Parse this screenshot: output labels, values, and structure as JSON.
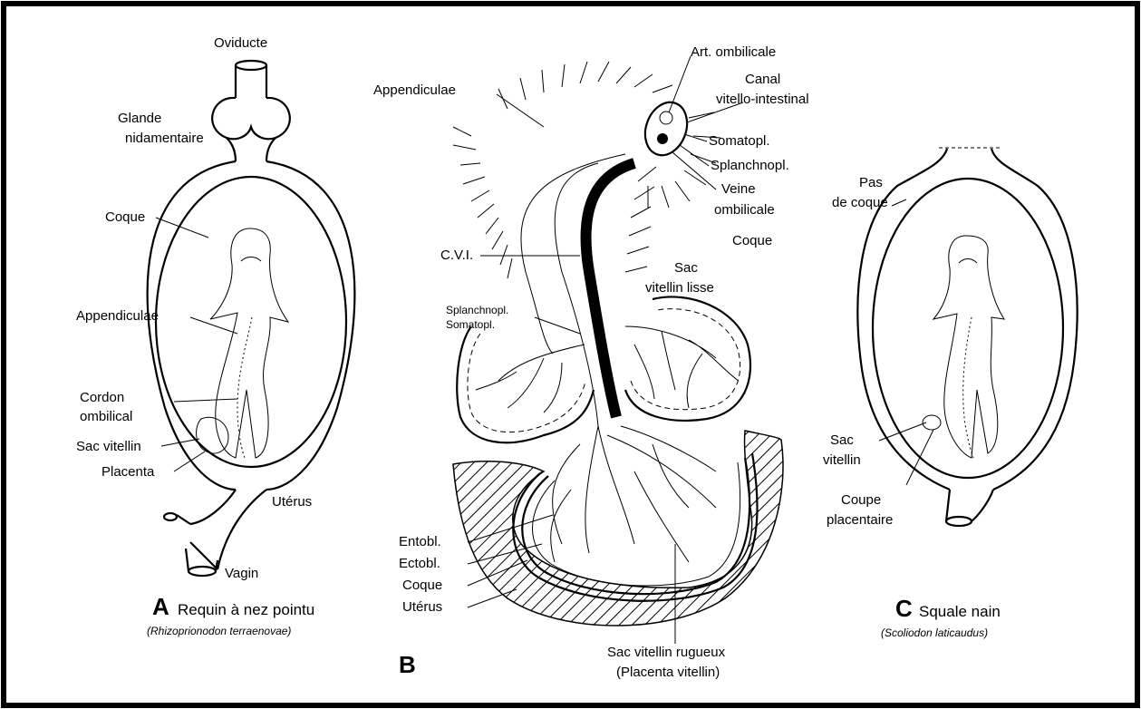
{
  "panel_a": {
    "labels": {
      "oviducte": "Oviducte",
      "glande": "Glande",
      "nidamentaire": "nidamentaire",
      "coque": "Coque",
      "appendiculae": "Appendiculae",
      "cordon": "Cordon",
      "ombilical": "ombilical",
      "sac_vitellin": "Sac vitellin",
      "placenta": "Placenta",
      "uterus": "Utérus",
      "vagin": "Vagin"
    },
    "letter": "A",
    "caption": "Requin à nez pointu",
    "species": "(Rhizoprionodon terraenovae)"
  },
  "panel_b": {
    "labels": {
      "appendiculae": "Appendiculae",
      "art_ombilicale": "Art. ombilicale",
      "canal": "Canal",
      "vitello_intestinal": "vitello-intestinal",
      "somatopl": "Somatopl.",
      "splanchnopl": "Splanchnopl.",
      "veine": "Veine",
      "ombilicale": "ombilicale",
      "cvi": "C.V.I.",
      "coque": "Coque",
      "sac": "Sac",
      "vitellin_lisse": "vitellin lisse",
      "splanchnopl_left": "Splanchnopl.",
      "somatopl_left": "Somatopl.",
      "entobl": "Entobl.",
      "ectobl": "Ectobl.",
      "coque_bottom": "Coque",
      "uterus": "Utérus",
      "sac_rugueux": "Sac vitellin rugueux",
      "placenta_vitellin": "(Placenta vitellin)"
    },
    "letter": "B"
  },
  "panel_c": {
    "labels": {
      "pas": "Pas",
      "de_coque": "de coque",
      "sac": "Sac",
      "vitellin": "vitellin",
      "coupe": "Coupe",
      "placentaire": "placentaire"
    },
    "letter": "C",
    "caption": "Squale nain",
    "species": "(Scoliodon laticaudus)"
  }
}
